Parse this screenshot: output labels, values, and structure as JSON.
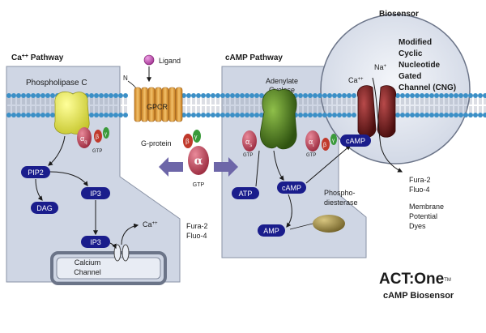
{
  "ca_panel": {
    "title": "Ca",
    "title_sup": "++",
    "title_rest": " Pathway",
    "phospholipase": "Phospholipase C",
    "alpha_q": "α",
    "alpha_q_sub": "q",
    "beta": "β",
    "gamma": "γ",
    "gtp": "GTP",
    "pip2": "PIP2",
    "dag": "DAG",
    "ip3_a": "IP3",
    "ip3_b": "IP3",
    "ca_ion": "Ca",
    "ca_ion_sup": "++",
    "dyes_line1": "Fura-2",
    "dyes_line2": "Fluo-4",
    "calcium_channel_line1": "Calcium",
    "calcium_channel_line2": "Channel"
  },
  "center": {
    "ligand": "Ligand",
    "n_terminal": "N",
    "gpcr": "GPCR",
    "gprotein": "G-protein",
    "beta": "β",
    "gamma": "γ",
    "alpha": "α",
    "gtp": "GTP"
  },
  "camp_panel": {
    "title": "cAMP Pathway",
    "adenylate_line1": "Adenylate",
    "adenylate_line2": "Cyclase",
    "alpha_s": "α",
    "alpha_s_sub": "s",
    "alpha_i": "α",
    "alpha_i_sub": "i",
    "beta": "β",
    "gamma": "γ",
    "gtp_s": "GTP",
    "gtp_i": "GTP",
    "atp": "ATP",
    "camp": "cAMP",
    "amp": "AMP",
    "pde_line1": "Phospho-",
    "pde_line2": "diesterase"
  },
  "biosensor": {
    "title": "Biosensor",
    "desc_line1": "Modified",
    "desc_line2": "Cyclic",
    "desc_line3": "Nucleotide",
    "desc_line4": "Gated",
    "desc_line5": "Channel (CNG)",
    "na_ion": "Na",
    "na_sup": "+",
    "ca_ion": "Ca",
    "ca_sup": "++",
    "camp": "cAMP"
  },
  "readouts": {
    "dye1": "Fura-2",
    "dye2": "Fluo-4",
    "dye3": "Membrane",
    "dye4": "Potential",
    "dye5": "Dyes"
  },
  "brand": {
    "name": "ACT:One",
    "tm": "TM",
    "subtitle": "cAMP Biosensor"
  },
  "colors": {
    "panel_fill": "#cfd6e4",
    "panel_stroke": "#8a93a6",
    "pill_blue": "#1a1d8c",
    "lipid_head": "#3b8fc6",
    "gpcr_orange": "#e8a33c",
    "adenylate_green": "#4f7a1e",
    "cng_red": "#7a1e1e",
    "pde_olive": "#9a8640",
    "plc_yellow": "#e6e64a",
    "alpha_pink": "#c24a5e",
    "ligand_magenta": "#c83cb4",
    "arrow_purple": "#6d66a8"
  }
}
